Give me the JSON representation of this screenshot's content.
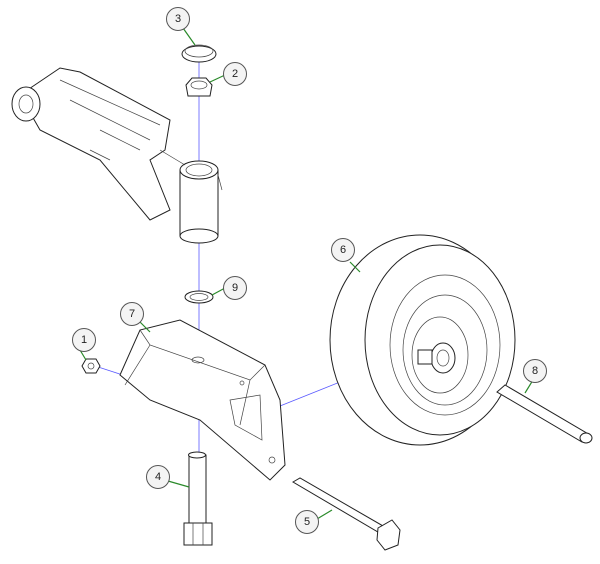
{
  "diagram": {
    "callouts": [
      {
        "id": "1",
        "label": "1"
      },
      {
        "id": "2",
        "label": "2"
      },
      {
        "id": "3",
        "label": "3"
      },
      {
        "id": "4",
        "label": "4"
      },
      {
        "id": "5",
        "label": "5"
      },
      {
        "id": "6",
        "label": "6"
      },
      {
        "id": "7",
        "label": "7"
      },
      {
        "id": "8",
        "label": "8"
      },
      {
        "id": "9",
        "label": "9"
      }
    ],
    "colors": {
      "axis": "#5a5aff",
      "arrow": "#2a8a2a"
    }
  }
}
